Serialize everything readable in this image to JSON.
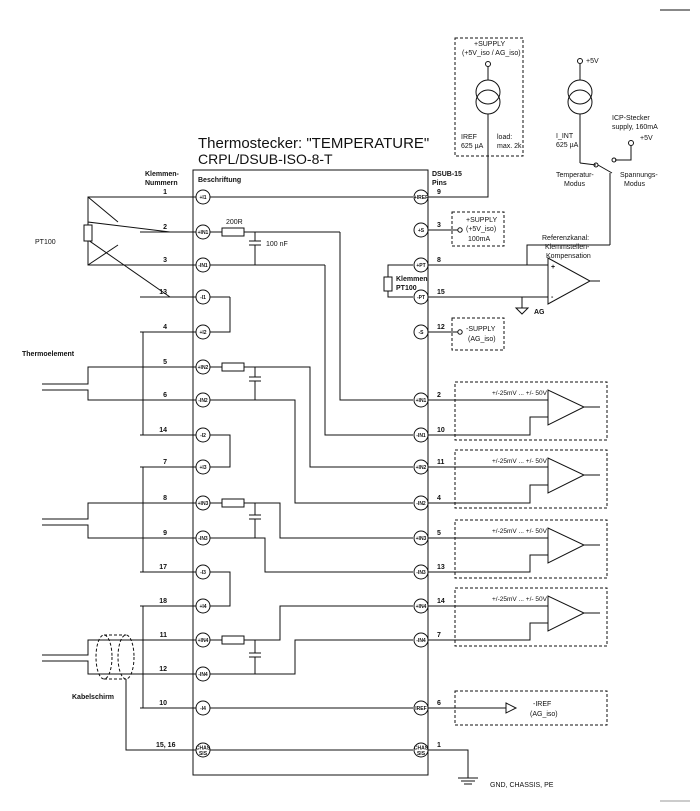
{
  "title": "Thermostecker: \"TEMPERATURE\"",
  "subtitle": "CRPL/DSUB-ISO-8-T",
  "header": {
    "klemmen": "Klemmen-",
    "nummern": "Nummern",
    "beschriftung": "Beschriftung",
    "dsub": "DSUB-15",
    "pins": "Pins"
  },
  "left_terminals": [
    {
      "num": "1",
      "pin": "+I1"
    },
    {
      "num": "2",
      "pin": "+IN1"
    },
    {
      "num": "3",
      "pin": "-IN1"
    },
    {
      "num": "13",
      "pin": "-I1"
    },
    {
      "num": "4",
      "pin": "+I2"
    },
    {
      "num": "5",
      "pin": "+IN2"
    },
    {
      "num": "6",
      "pin": "-IN2"
    },
    {
      "num": "14",
      "pin": "-I2"
    },
    {
      "num": "7",
      "pin": "+I3"
    },
    {
      "num": "8",
      "pin": "+IN3"
    },
    {
      "num": "9",
      "pin": "-IN3"
    },
    {
      "num": "17",
      "pin": "-I3"
    },
    {
      "num": "18",
      "pin": "+I4"
    },
    {
      "num": "11",
      "pin": "+IN4"
    },
    {
      "num": "12",
      "pin": "-IN4"
    },
    {
      "num": "10",
      "pin": "-I4"
    },
    {
      "num": "15, 16",
      "pin": "CHAS SIS"
    }
  ],
  "right_terminals": [
    {
      "num": "9",
      "pin": "+IREF"
    },
    {
      "num": "3",
      "pin": "+S"
    },
    {
      "num": "8",
      "pin": "+PT"
    },
    {
      "num": "15",
      "pin": "-PT"
    },
    {
      "num": "12",
      "pin": "-S"
    },
    {
      "num": "2",
      "pin": "+IN1"
    },
    {
      "num": "10",
      "pin": "-IN1"
    },
    {
      "num": "11",
      "pin": "+IN2"
    },
    {
      "num": "4",
      "pin": "-IN2"
    },
    {
      "num": "5",
      "pin": "+IN3"
    },
    {
      "num": "13",
      "pin": "-IN3"
    },
    {
      "num": "14",
      "pin": "+IN4"
    },
    {
      "num": "7",
      "pin": "-IN4"
    },
    {
      "num": "6",
      "pin": "IREF"
    },
    {
      "num": "1",
      "pin": "CHAS SIS"
    }
  ],
  "components": {
    "resistor": "200R",
    "capacitor": "100 nF",
    "pt100_left": "PT100",
    "pt100_right_1": "Klemmen",
    "pt100_right_2": "PT100"
  },
  "supply_box": {
    "line1": "+SUPPLY",
    "line2": "(+5V_iso / AG_iso)",
    "iref": "IREF",
    "iref_val": "625 µA",
    "load": "load:",
    "load_val": "max. 2k"
  },
  "iint": {
    "vplus": "+5V",
    "label": "I_INT",
    "value": "625 µA"
  },
  "icp": {
    "line1": "ICP-Stecker",
    "line2": "supply, 160mA",
    "vplus": "+5V"
  },
  "switch_labels": {
    "temp1": "Temperatur-",
    "temp2": "Modus",
    "span1": "Spannungs-",
    "span2": "Modus"
  },
  "plus_supply_box": {
    "line1": "+SUPPLY",
    "line2": "(+5V_iso)",
    "line3": "100mA"
  },
  "minus_supply_box": {
    "line1": "-SUPPLY",
    "line2": "(AG_iso)"
  },
  "reference": {
    "line1": "Referenzkanal:",
    "line2": "Klemmstellen-",
    "line3": "Kompensation",
    "ag": "AG",
    "plus": "+",
    "minus": "-"
  },
  "thermoelement": "Thermoelement",
  "ranges": [
    "+/-25mV  ... +/- 50V",
    "+/-25mV  ... +/- 50V",
    "+/-25mV  ... +/- 50V",
    "+/-25mV  ... +/- 50V"
  ],
  "iref_box": {
    "line1": "-IREF",
    "line2": "(AG_iso)"
  },
  "kabelschirm": "Kabelschirm",
  "ground": "GND, CHASSIS, PE"
}
